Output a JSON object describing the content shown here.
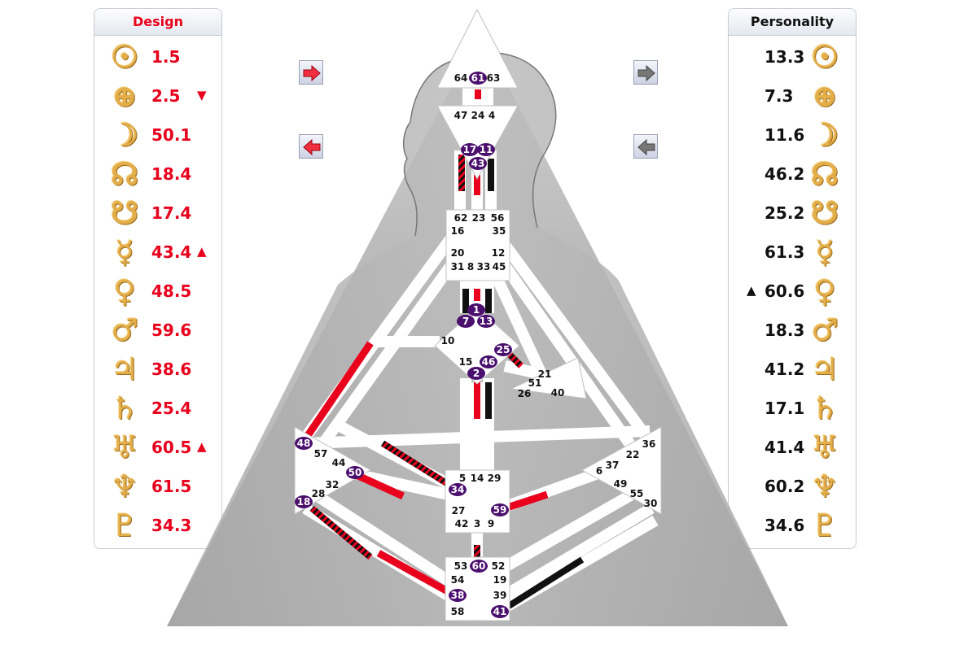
{
  "design": {
    "title": "Design",
    "rows": [
      {
        "planet": "sun-icon",
        "glyph": "☉",
        "value": "1.5",
        "arrow": ""
      },
      {
        "planet": "earth-icon",
        "glyph": "⊕",
        "value": "2.5",
        "arrow": "▼"
      },
      {
        "planet": "moon-icon",
        "glyph": "☽",
        "value": "50.1",
        "arrow": ""
      },
      {
        "planet": "north-node-icon",
        "glyph": "☊",
        "value": "18.4",
        "arrow": ""
      },
      {
        "planet": "south-node-icon",
        "glyph": "☋",
        "value": "17.4",
        "arrow": ""
      },
      {
        "planet": "mercury-icon",
        "glyph": "☿",
        "value": "43.4",
        "arrow": "▲"
      },
      {
        "planet": "venus-icon",
        "glyph": "♀",
        "value": "48.5",
        "arrow": ""
      },
      {
        "planet": "mars-icon",
        "glyph": "♂",
        "value": "59.6",
        "arrow": ""
      },
      {
        "planet": "jupiter-icon",
        "glyph": "♃",
        "value": "38.6",
        "arrow": ""
      },
      {
        "planet": "saturn-icon",
        "glyph": "♄",
        "value": "25.4",
        "arrow": ""
      },
      {
        "planet": "uranus-icon",
        "glyph": "♅",
        "value": "60.5",
        "arrow": "▲"
      },
      {
        "planet": "neptune-icon",
        "glyph": "♆",
        "value": "61.5",
        "arrow": ""
      },
      {
        "planet": "pluto-icon",
        "glyph": "♇",
        "value": "34.3",
        "arrow": ""
      }
    ]
  },
  "personality": {
    "title": "Personality",
    "rows": [
      {
        "planet": "sun-icon",
        "glyph": "☉",
        "value": "13.3",
        "arrow": ""
      },
      {
        "planet": "earth-icon",
        "glyph": "⊕",
        "value": "7.3",
        "arrow": ""
      },
      {
        "planet": "moon-icon",
        "glyph": "☽",
        "value": "11.6",
        "arrow": ""
      },
      {
        "planet": "north-node-icon",
        "glyph": "☊",
        "value": "46.2",
        "arrow": ""
      },
      {
        "planet": "south-node-icon",
        "glyph": "☋",
        "value": "25.2",
        "arrow": ""
      },
      {
        "planet": "mercury-icon",
        "glyph": "☿",
        "value": "61.3",
        "arrow": ""
      },
      {
        "planet": "venus-icon",
        "glyph": "♀",
        "value": "60.6",
        "arrow": "▲"
      },
      {
        "planet": "mars-icon",
        "glyph": "♂",
        "value": "18.3",
        "arrow": ""
      },
      {
        "planet": "jupiter-icon",
        "glyph": "♃",
        "value": "41.2",
        "arrow": ""
      },
      {
        "planet": "saturn-icon",
        "glyph": "♄",
        "value": "17.1",
        "arrow": ""
      },
      {
        "planet": "uranus-icon",
        "glyph": "♅",
        "value": "41.4",
        "arrow": ""
      },
      {
        "planet": "neptune-icon",
        "glyph": "♆",
        "value": "60.2",
        "arrow": ""
      },
      {
        "planet": "pluto-icon",
        "glyph": "♇",
        "value": "34.6",
        "arrow": ""
      }
    ]
  },
  "nav": {
    "design_next": "arrow-right-icon",
    "design_prev": "arrow-left-icon",
    "personality_next": "arrow-right-icon",
    "personality_prev": "arrow-left-icon"
  },
  "colors": {
    "design": "#e8001c",
    "personality": "#000000",
    "activated_gate": "#4b0f6e",
    "glyph_gold": "#e3ad4a"
  },
  "bodygraph": {
    "centers": [
      {
        "id": "head",
        "gates": [
          "64",
          "61",
          "63"
        ]
      },
      {
        "id": "ajna",
        "gates": [
          "47",
          "24",
          "4",
          "17",
          "11",
          "43"
        ]
      },
      {
        "id": "throat",
        "gates": [
          "62",
          "23",
          "56",
          "16",
          "35",
          "20",
          "12",
          "31",
          "8",
          "33",
          "45"
        ]
      },
      {
        "id": "g-center",
        "gates": [
          "1",
          "7",
          "13",
          "10",
          "15",
          "46",
          "25",
          "2"
        ]
      },
      {
        "id": "heart",
        "gates": [
          "21",
          "51",
          "26",
          "40"
        ]
      },
      {
        "id": "spleen",
        "gates": [
          "48",
          "57",
          "44",
          "50",
          "32",
          "28",
          "18"
        ]
      },
      {
        "id": "solar-plexus",
        "gates": [
          "36",
          "22",
          "37",
          "6",
          "49",
          "55",
          "30"
        ]
      },
      {
        "id": "sacral",
        "gates": [
          "5",
          "14",
          "29",
          "34",
          "27",
          "59",
          "42",
          "3",
          "9"
        ]
      },
      {
        "id": "root",
        "gates": [
          "53",
          "60",
          "52",
          "54",
          "19",
          "38",
          "39",
          "58",
          "41"
        ]
      }
    ],
    "active_gates": [
      "61",
      "17",
      "11",
      "43",
      "1",
      "7",
      "13",
      "25",
      "46",
      "2",
      "48",
      "50",
      "18",
      "34",
      "59",
      "60",
      "38",
      "41"
    ]
  }
}
